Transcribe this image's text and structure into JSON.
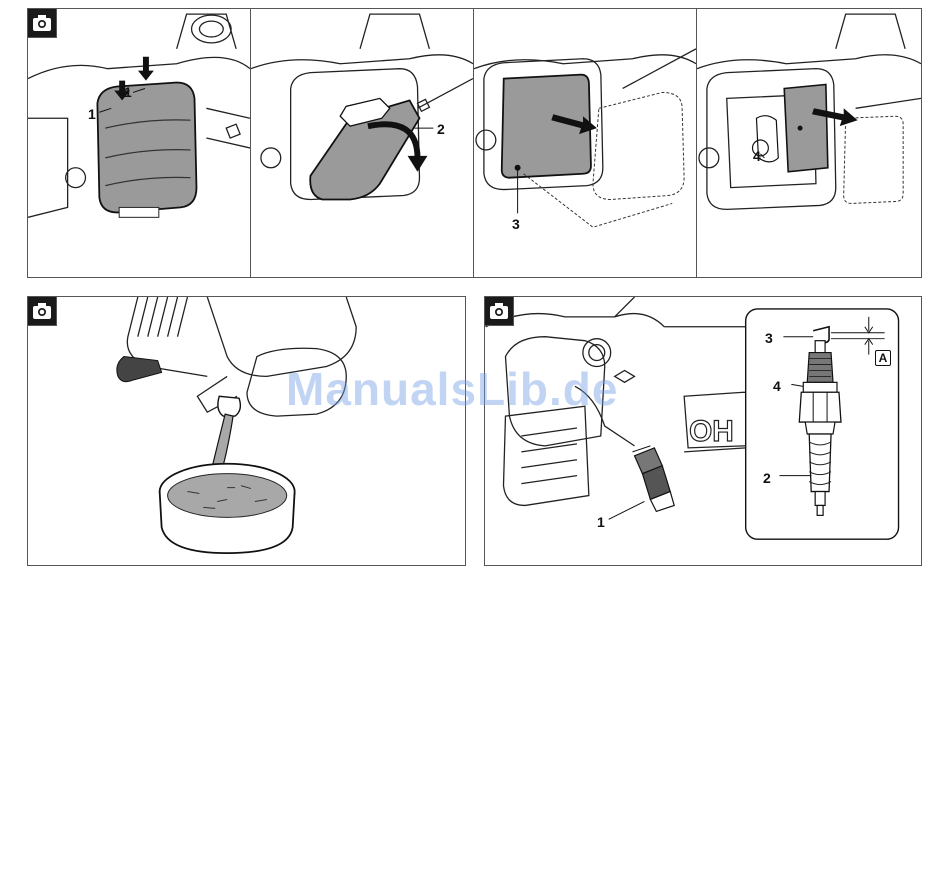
{
  "icons": {
    "camera": "camera-icon"
  },
  "top_row": {
    "panel1": {
      "callout_a": "1",
      "callout_b": "1"
    },
    "panel2": {
      "callout": "2"
    },
    "panel3": {
      "callout": "3"
    },
    "panel4": {
      "callout": "4"
    }
  },
  "bottom_row": {
    "spark": {
      "callout_plug": "1",
      "callout_gap": "3",
      "callout_washer": "4",
      "callout_thread": "2",
      "gap_label": "A"
    }
  },
  "watermark": "ManualsLib.de",
  "colors": {
    "ink": "#111111",
    "filter_grey": "#9a9a9a",
    "oil_grey": "#a8a8a8",
    "watermark": "#78a0e6"
  }
}
